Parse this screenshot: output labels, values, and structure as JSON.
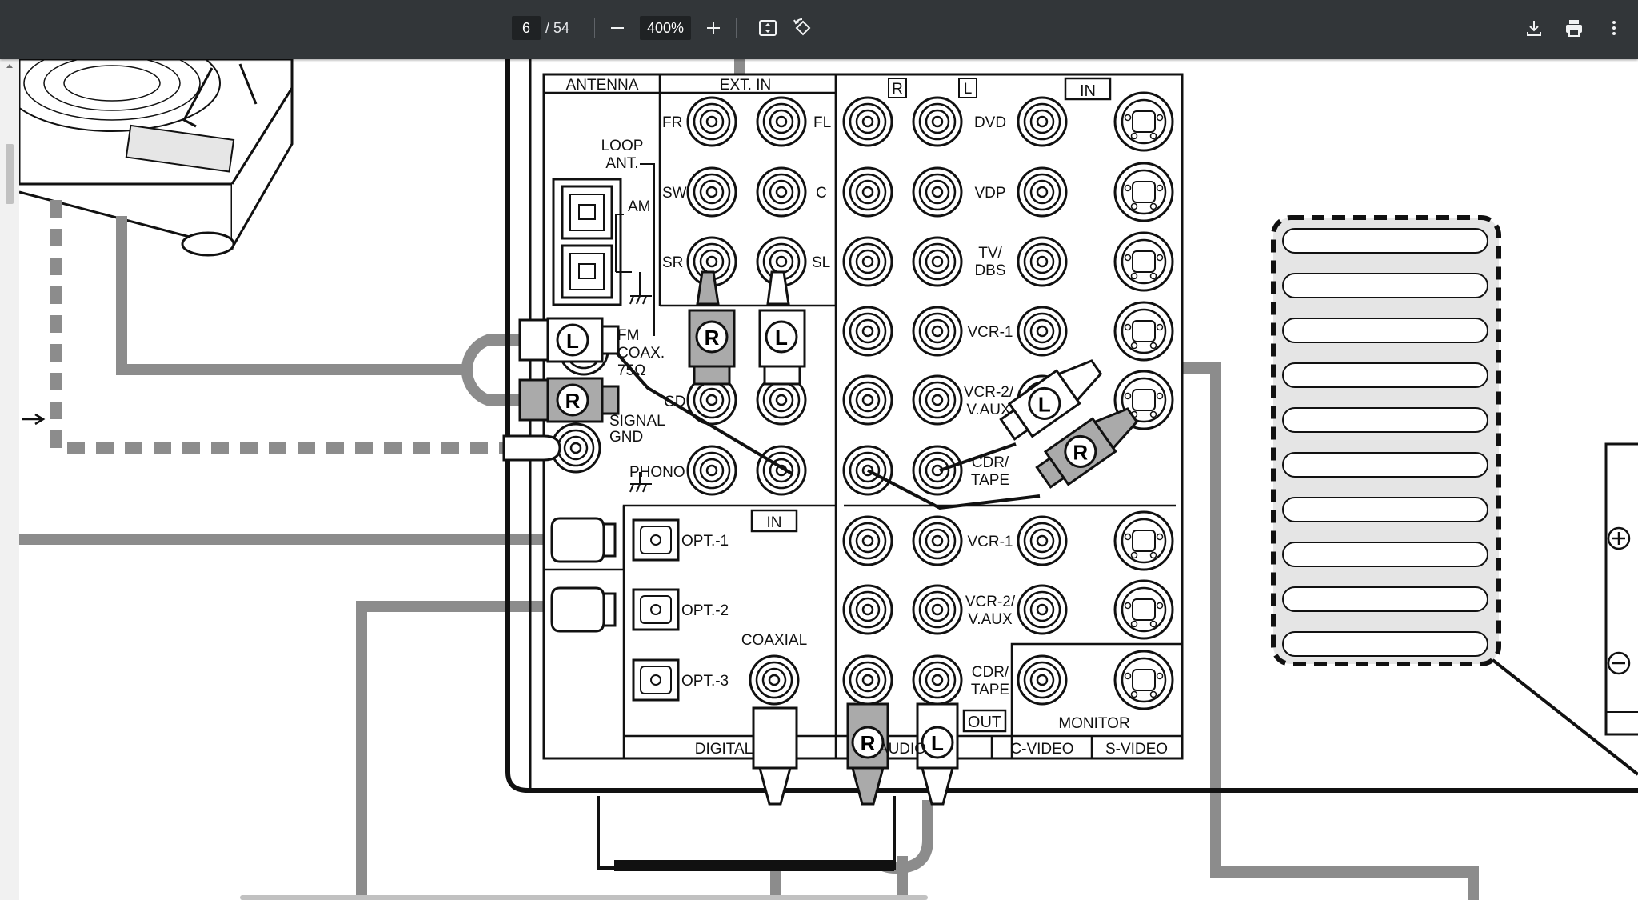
{
  "toolbar": {
    "page_current": "6",
    "page_total": "/ 54",
    "zoom": "400%",
    "icons": [
      "minus-icon",
      "plus-icon",
      "fit-page-icon",
      "rotate-icon",
      "download-icon",
      "print-icon",
      "more-vert-icon"
    ]
  },
  "diagram": {
    "antenna": "ANTENNA",
    "ext_in": "EXT. IN",
    "in_top": "IN",
    "r_badge": "R",
    "l_badge": "L",
    "loop_ant_1": "LOOP",
    "loop_ant_2": "ANT.",
    "am": "AM",
    "fm_1": "FM",
    "fm_2": "COAX.",
    "fm_3": "75Ω",
    "cd": "CD",
    "signal_1": "SIGNAL",
    "signal_2": "GND",
    "phono": "PHONO",
    "ext_fr": "FR",
    "ext_fl": "FL",
    "ext_sw": "SW",
    "ext_c": "C",
    "ext_sr": "SR",
    "ext_sl": "SL",
    "dvd": "DVD",
    "vdp": "VDP",
    "tv_1": "TV/",
    "tv_2": "DBS",
    "vcr1": "VCR-1",
    "vcr2_1": "VCR-2/",
    "vcr2_2": "V.AUX",
    "cdr_1": "CDR/",
    "cdr_2": "TAPE",
    "in_digital": "IN",
    "opt1": "OPT.-1",
    "opt2": "OPT.-2",
    "opt3": "OPT.-3",
    "coaxial": "COAXIAL",
    "digital": "DIGITAL",
    "audio": "AUDIO",
    "out": "OUT",
    "monitor": "MONITOR",
    "c_video": "C-VIDEO",
    "s_video": "S-VIDEO",
    "plug_r": "R",
    "plug_l": "L"
  },
  "colors": {
    "toolbar_bg": "#323639",
    "cable_gray": "#8c8c8c",
    "panel_line": "#111111"
  }
}
